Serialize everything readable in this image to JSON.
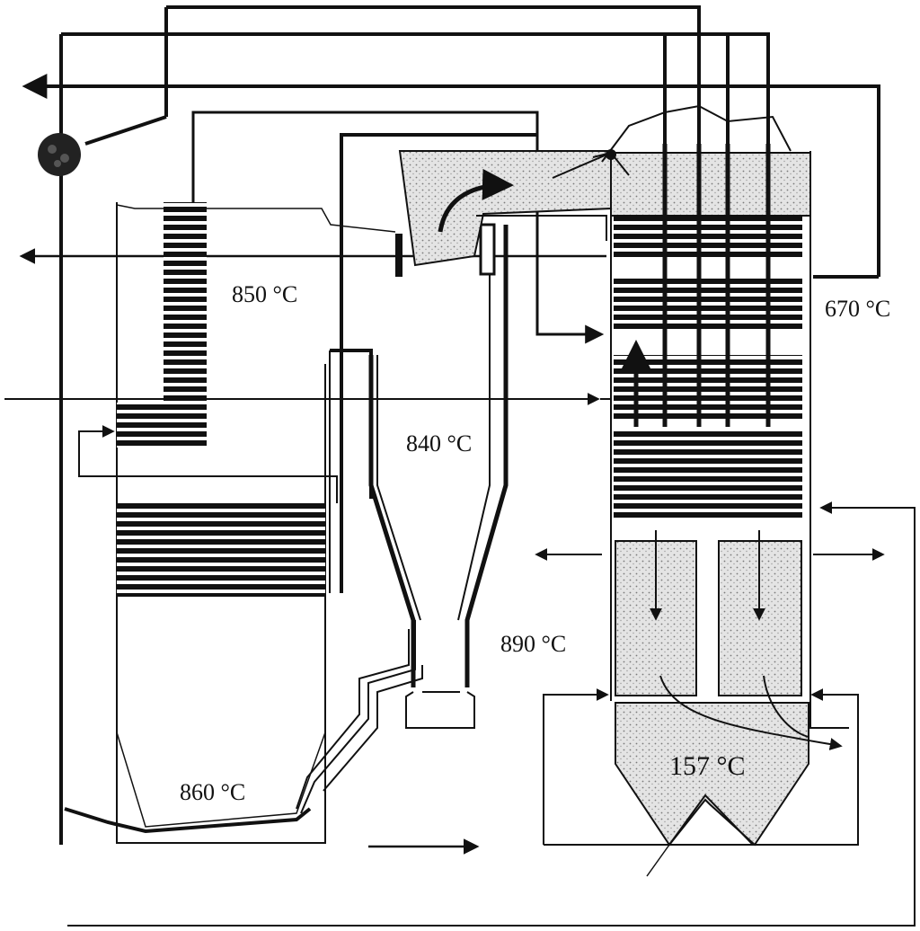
{
  "diagram": {
    "labels": {
      "furnace_upper": "850 °C",
      "cyclone": "840 °C",
      "backpass_right": "670 °C",
      "between": "890 °C",
      "furnace_bottom": "860 °C",
      "hopper": "157 °C"
    },
    "colors": {
      "ink": "#111111",
      "speckle": "#c9c9c9",
      "speckle_dark": "#9a9a9a",
      "paper": "#ffffff"
    }
  }
}
